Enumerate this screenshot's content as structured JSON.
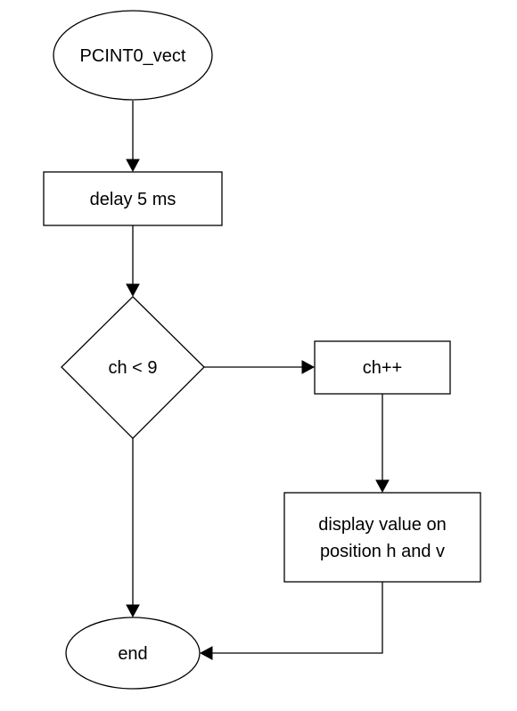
{
  "diagram": {
    "type": "flowchart",
    "nodes": {
      "start": {
        "shape": "ellipse",
        "lines": [
          "PCINT0_vect"
        ]
      },
      "delay": {
        "shape": "rectangle",
        "lines": [
          "delay 5 ms"
        ]
      },
      "cond": {
        "shape": "diamond",
        "lines": [
          "ch < 9"
        ]
      },
      "inc": {
        "shape": "rectangle",
        "lines": [
          "ch++"
        ]
      },
      "display": {
        "shape": "rectangle",
        "lines": [
          "display value on",
          "position h and v"
        ]
      },
      "end": {
        "shape": "ellipse",
        "lines": [
          "end"
        ]
      }
    },
    "edges": [
      {
        "from": "start",
        "to": "delay"
      },
      {
        "from": "delay",
        "to": "cond"
      },
      {
        "from": "cond",
        "to": "inc"
      },
      {
        "from": "cond",
        "to": "end"
      },
      {
        "from": "inc",
        "to": "display"
      },
      {
        "from": "display",
        "to": "end"
      }
    ]
  }
}
